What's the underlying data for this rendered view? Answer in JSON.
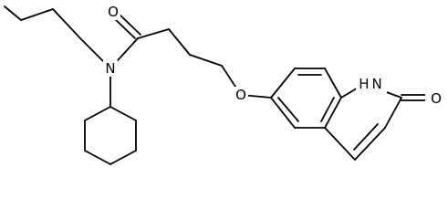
{
  "molecule": {
    "atom_labels": {
      "carbonyl_oxygen": "O",
      "amide_nitrogen": "N",
      "ether_oxygen": "O",
      "ring_nitrogen": "H N",
      "lactam_oxygen": "O"
    }
  }
}
